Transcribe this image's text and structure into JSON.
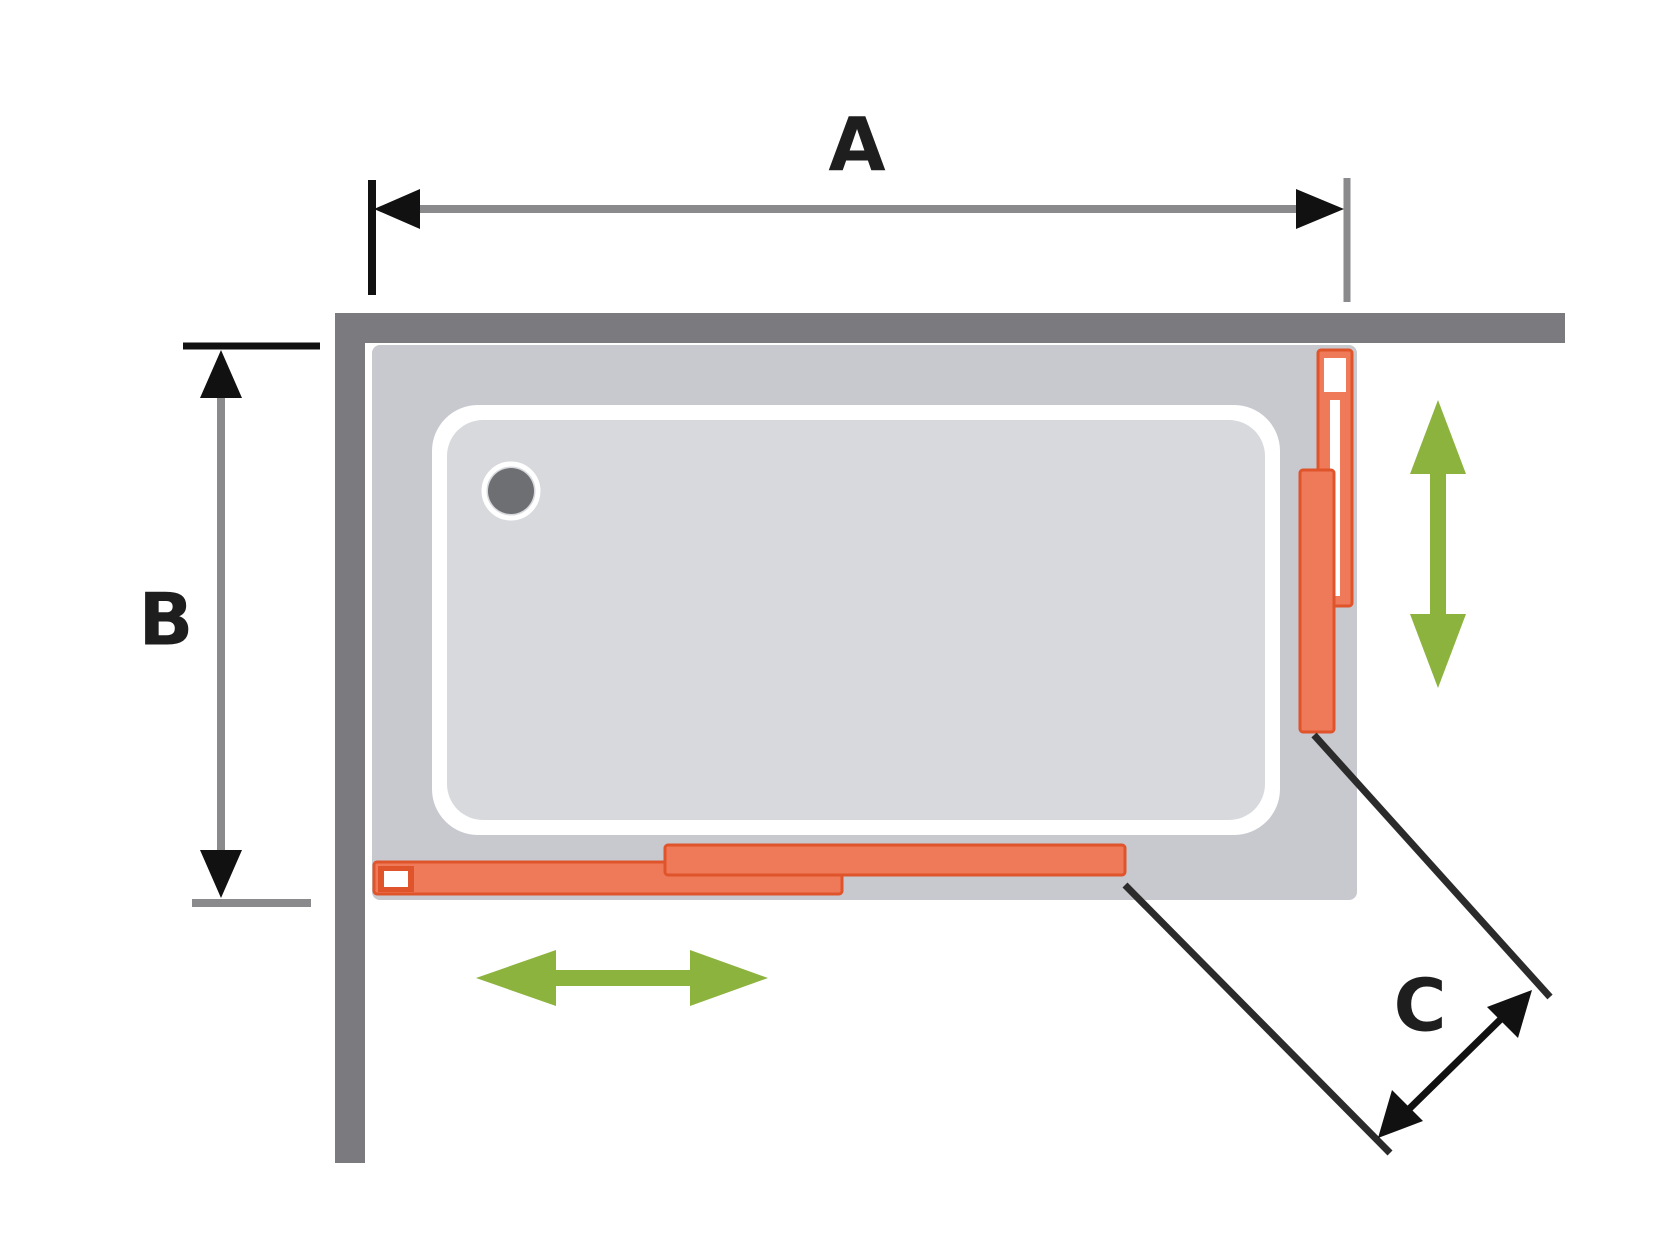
{
  "labels": {
    "width": "A",
    "depth": "B",
    "door": "C"
  },
  "colors": {
    "wall": "#7a7a7f",
    "tray_outer": "#c7c9ce",
    "tray_inner": "#d7d9dd",
    "tray_rim": "#ffffff",
    "drain": "#6e6f73",
    "sliding_panel": "#ef7a5a",
    "sliding_panel_edge": "#e0542c",
    "motion_arrow": "#8db33f",
    "dimension_line": "#8a8a8d",
    "dimension_arrow": "#111111",
    "door_swing": "#2b2b2b"
  },
  "icons": {
    "horizontal_motion": "double-arrow-horizontal-icon",
    "vertical_motion": "double-arrow-vertical-icon",
    "drain": "drain-icon"
  }
}
